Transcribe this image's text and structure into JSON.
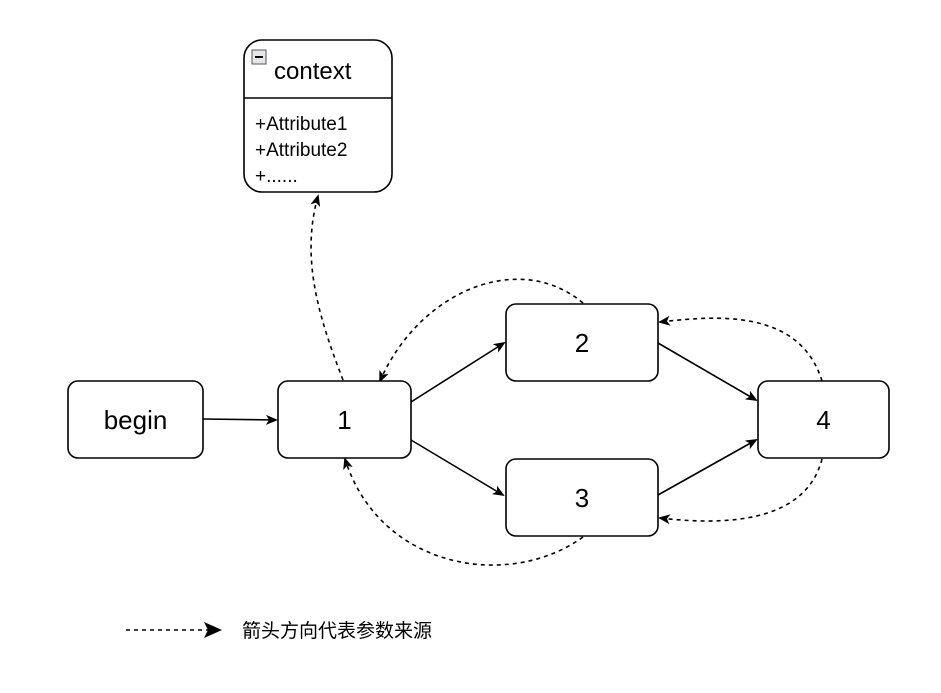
{
  "context": {
    "title": "context",
    "attributes": [
      "+Attribute1",
      "+Attribute2",
      "+......"
    ]
  },
  "nodes": {
    "begin": "begin",
    "n1": "1",
    "n2": "2",
    "n3": "3",
    "n4": "4"
  },
  "legend": {
    "text": "箭头方向代表参数来源"
  }
}
